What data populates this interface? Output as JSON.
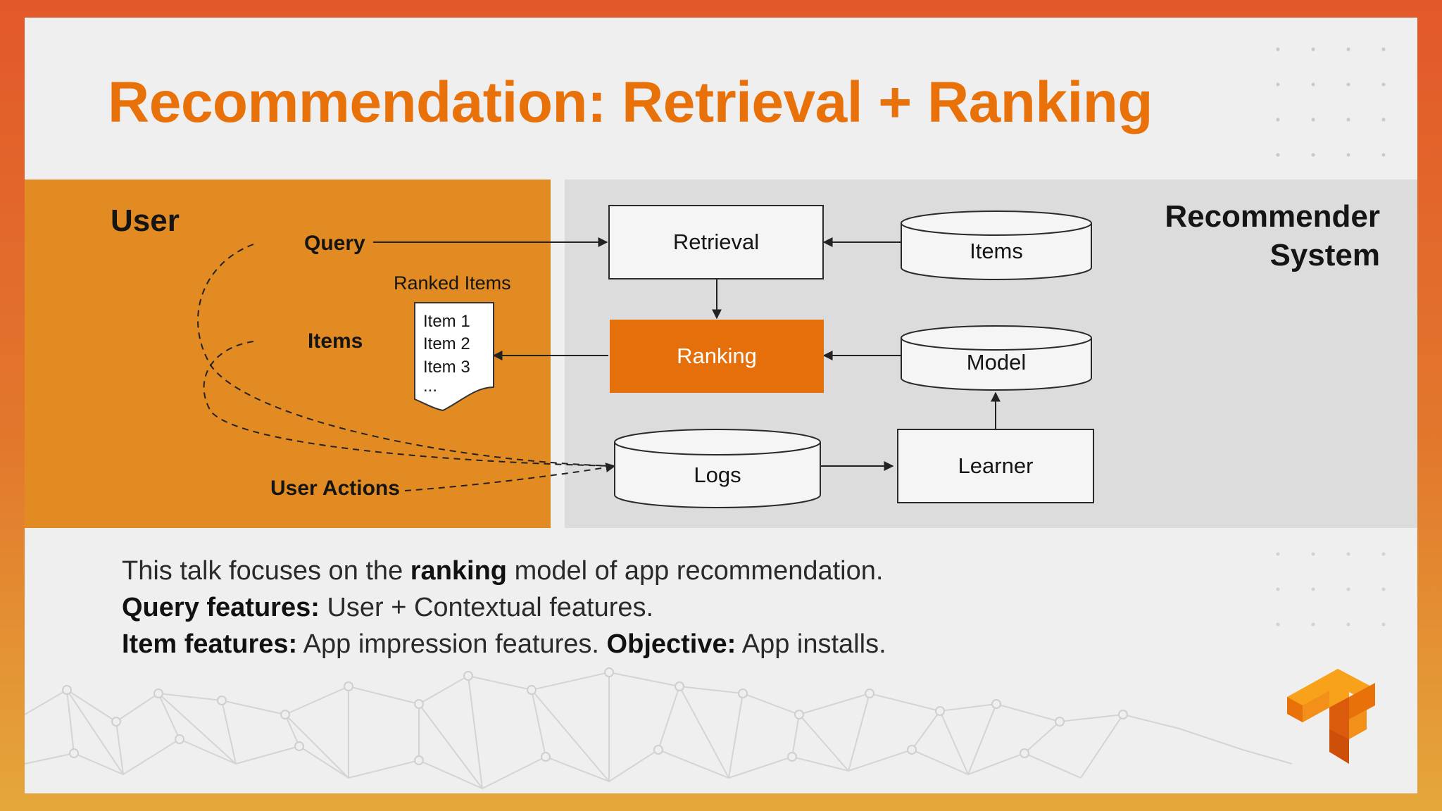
{
  "slide": {
    "title": "Recommendation: Retrieval + Ranking"
  },
  "user_panel": {
    "heading": "User",
    "query_label": "Query",
    "items_label": "Items",
    "user_actions_label": "User Actions",
    "ranked_items_title": "Ranked Items",
    "ranked_list": [
      "Item 1",
      "Item 2",
      "Item 3",
      "..."
    ]
  },
  "system_panel": {
    "heading_line1": "Recommender",
    "heading_line2": "System",
    "retrieval": "Retrieval",
    "ranking": "Ranking",
    "items_store": "Items",
    "model_store": "Model",
    "logs_store": "Logs",
    "learner": "Learner"
  },
  "notes": {
    "line1_pre": "This talk focuses on the ",
    "line1_bold": "ranking",
    "line1_post": " model of app recommendation.",
    "line2_bold": "Query features:",
    "line2_post": " User + Contextual features.",
    "line3_bold1": "Item features:",
    "line3_mid": " App impression features. ",
    "line3_bold2": "Objective:",
    "line3_post": " App installs."
  },
  "colors": {
    "accent": "#e8710a",
    "user_panel": "#e28b22",
    "system_panel": "#dcdcdd",
    "ranking_box": "#e46f0b"
  },
  "icons": {
    "logo": "tensorflow-logo-icon"
  }
}
